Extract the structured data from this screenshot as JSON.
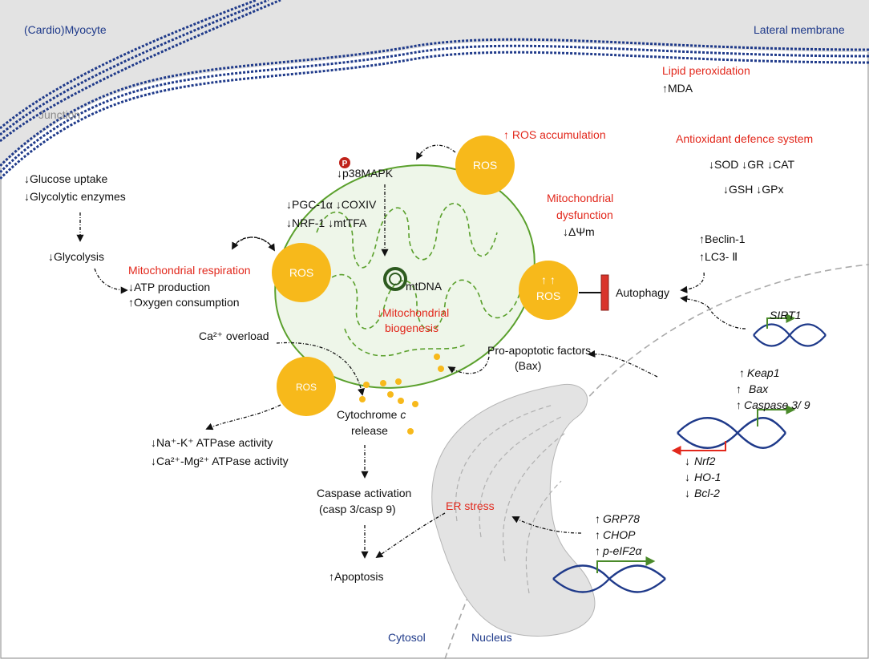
{
  "colors": {
    "accent_red": "#e2281c",
    "membrane_blue": "#1f3a8a",
    "ros_yellow": "#f7b91b",
    "mito_green": "#5aa02c",
    "tissue_gray": "#e3e3e3"
  },
  "regions": {
    "myocyte": "(Cardio)Myocyte",
    "lateral_membrane": "Lateral membrane",
    "junction": "Junction",
    "cytosol": "Cytosol",
    "nucleus": "Nucleus"
  },
  "labels": {
    "lipid_title": "Lipid peroxidation",
    "lipid_mda": "↑MDA",
    "ros_accum": "↑ ROS accumulation",
    "antiox_title": "Antioxidant defence system",
    "antiox_l1": "↓SOD ↓GR ↓CAT",
    "antiox_l2": "↓GSH ↓GPx",
    "p38": "↓p38MAPK",
    "p_badge": "P",
    "glucose": "↓Glucose uptake",
    "glycolytic": "↓Glycolytic enzymes",
    "glycolysis": "↓Glycolysis",
    "pgc": "↓PGC-1α ↓COXIV",
    "nrf1": "↓NRF-1  ↓mtTFA",
    "mito_dys1": "Mitochondrial",
    "mito_dys2": "dysfunction",
    "delta_psi": "↓ΔΨm",
    "beclin": "↑Beclin-1",
    "lc3": "↑LC3- Ⅱ",
    "resp_title": "Mitochondrial respiration",
    "atp": "↓ATP production",
    "oxygen": "↑Oxygen consumption",
    "mtdna": "mtDNA",
    "biogenesis1": "↓Mitochondrial",
    "biogenesis2": "biogenesis",
    "autophagy": "Autophagy",
    "sirt1": "SIRT1",
    "ca_overload": "Ca²⁺ overload",
    "pro_apop1": "Pro-apoptotic factors",
    "pro_apop2": "(Bax)",
    "keap1": "Keap1",
    "bax": "Bax",
    "caspase39": "Caspase 3/ 9",
    "cyto_c1": "Cytochrome",
    "cyto_c_italic": "c",
    "cyto_c2": "release",
    "nak": "↓Na⁺-K⁺ ATPase activity",
    "camg": "↓Ca²⁺-Mg²⁺ ATPase activity",
    "nrf2": "Nrf2",
    "ho1": "HO-1",
    "bcl2": "Bcl-2",
    "casp_act1": "Caspase activation",
    "casp_act2": "(casp 3/casp 9)",
    "er_stress": "ER stress",
    "grp78": "GRP78",
    "chop": "CHOP",
    "peif": "p-eIF2α",
    "apoptosis": "↑Apoptosis"
  },
  "ros": {
    "top": "ROS",
    "left": "ROS",
    "right": "↑ ↑",
    "right2": "ROS",
    "bottom": "ROS"
  }
}
